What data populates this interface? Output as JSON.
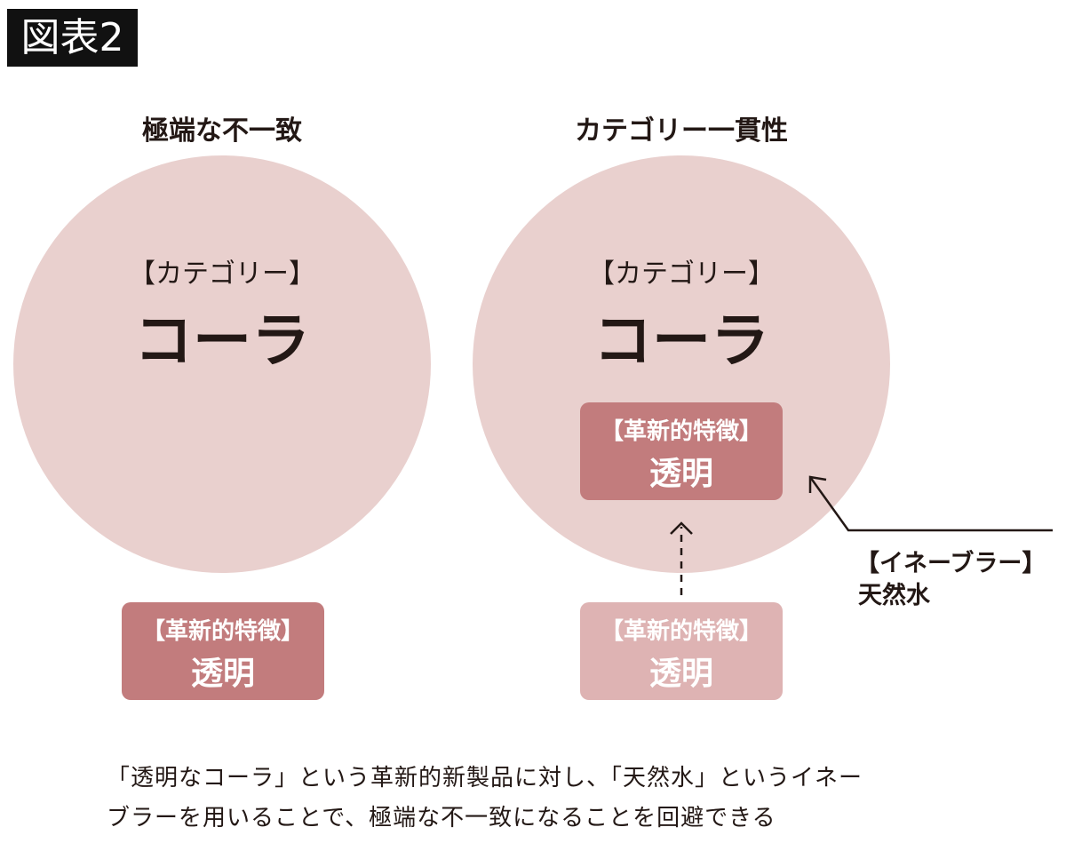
{
  "figure_label": "図表2",
  "left": {
    "title": "極端な不一致",
    "category_label": "【カテゴリー】",
    "category": "コーラ",
    "feature_label": "【革新的特徴】",
    "feature": "透明"
  },
  "right": {
    "title": "カテゴリー一貫性",
    "category_label": "【カテゴリー】",
    "category": "コーラ",
    "feature_label": "【革新的特徴】",
    "feature": "透明",
    "original_feature_label": "【革新的特徴】",
    "original_feature": "透明",
    "enabler_label": "【イネーブラー】",
    "enabler": "天然水"
  },
  "caption": [
    "「透明なコーラ」という革新的新製品に対し、「天然水」というイネー",
    "ブラーを用いることで、極端な不一致になることを回避できる"
  ],
  "colors": {
    "circle": "#e9d0ce",
    "feature_dark": "#c27c7d",
    "feature_light": "#deb3b3"
  }
}
